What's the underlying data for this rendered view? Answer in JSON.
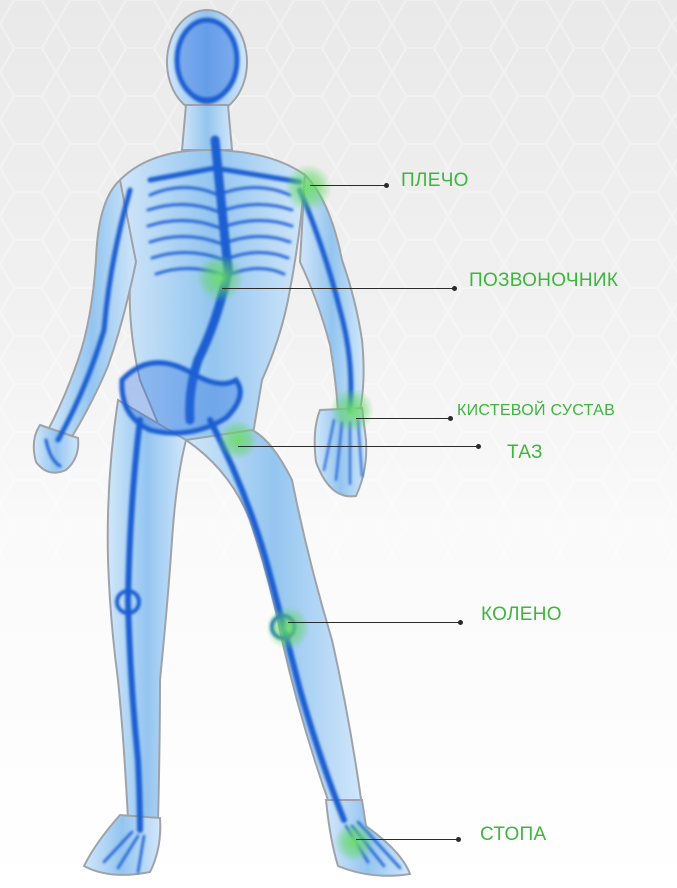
{
  "diagram": {
    "colors": {
      "label_text": "#3eb53e",
      "leader_line": "#2b2b2b",
      "skeleton": "#1f5fd1",
      "skin": "#8fc3f0",
      "highlight": "#5cd65c"
    },
    "figure_icon": "human-xray-skeleton",
    "labels": {
      "shoulder": "ПЛЕЧО",
      "spine": "ПОЗВОНОЧНИК",
      "wrist": "КИСТЕВОЙ СУСТАВ",
      "pelvis": "ТАЗ",
      "knee": "КОЛЕНО",
      "foot": "СТОПА"
    }
  }
}
